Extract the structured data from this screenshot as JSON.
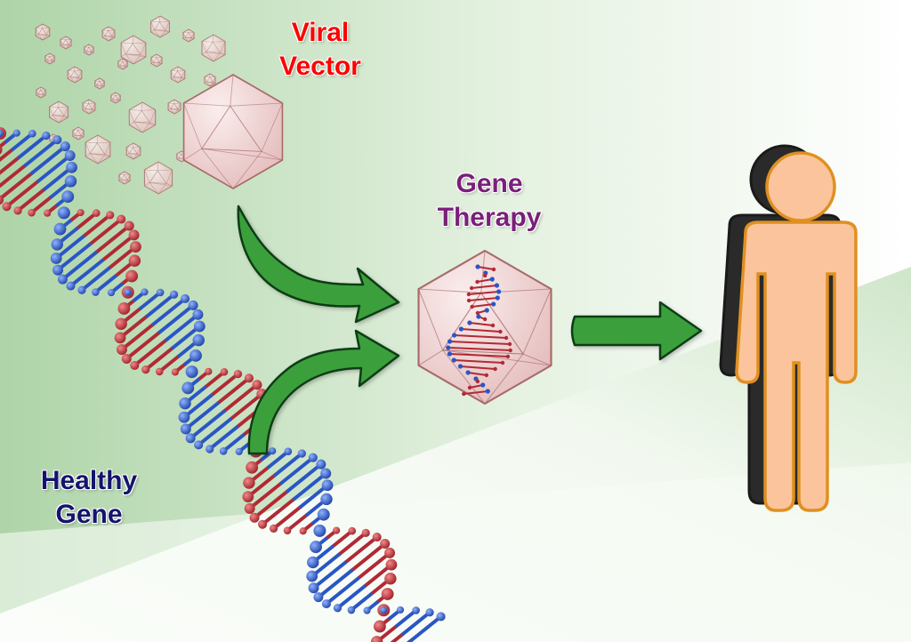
{
  "labels": {
    "viral_vector": [
      "Viral",
      "Vector"
    ],
    "gene_therapy": [
      "Gene",
      "Therapy"
    ],
    "healthy_gene": [
      "Healthy",
      "Gene"
    ]
  },
  "colors": {
    "viral_vector_text": "#ff0000",
    "gene_therapy_text": "#7a1f7a",
    "healthy_gene_text": "#14146e",
    "arrow_fill": "#3aa03a",
    "arrow_stroke": "#0f3d12",
    "capsid_fill": "#f0d4d4",
    "capsid_stroke": "#a86a6a",
    "dna_red": "#b02a34",
    "dna_blue": "#2a56c4",
    "person_fill": "#fbc49c",
    "person_stroke": "#e09020",
    "person_shadow": "#2a2a2a",
    "background_green": "#aed4a8"
  },
  "icons": [
    "viral-capsid-icon",
    "dna-helix-icon",
    "person-icon",
    "arrow-icon"
  ]
}
